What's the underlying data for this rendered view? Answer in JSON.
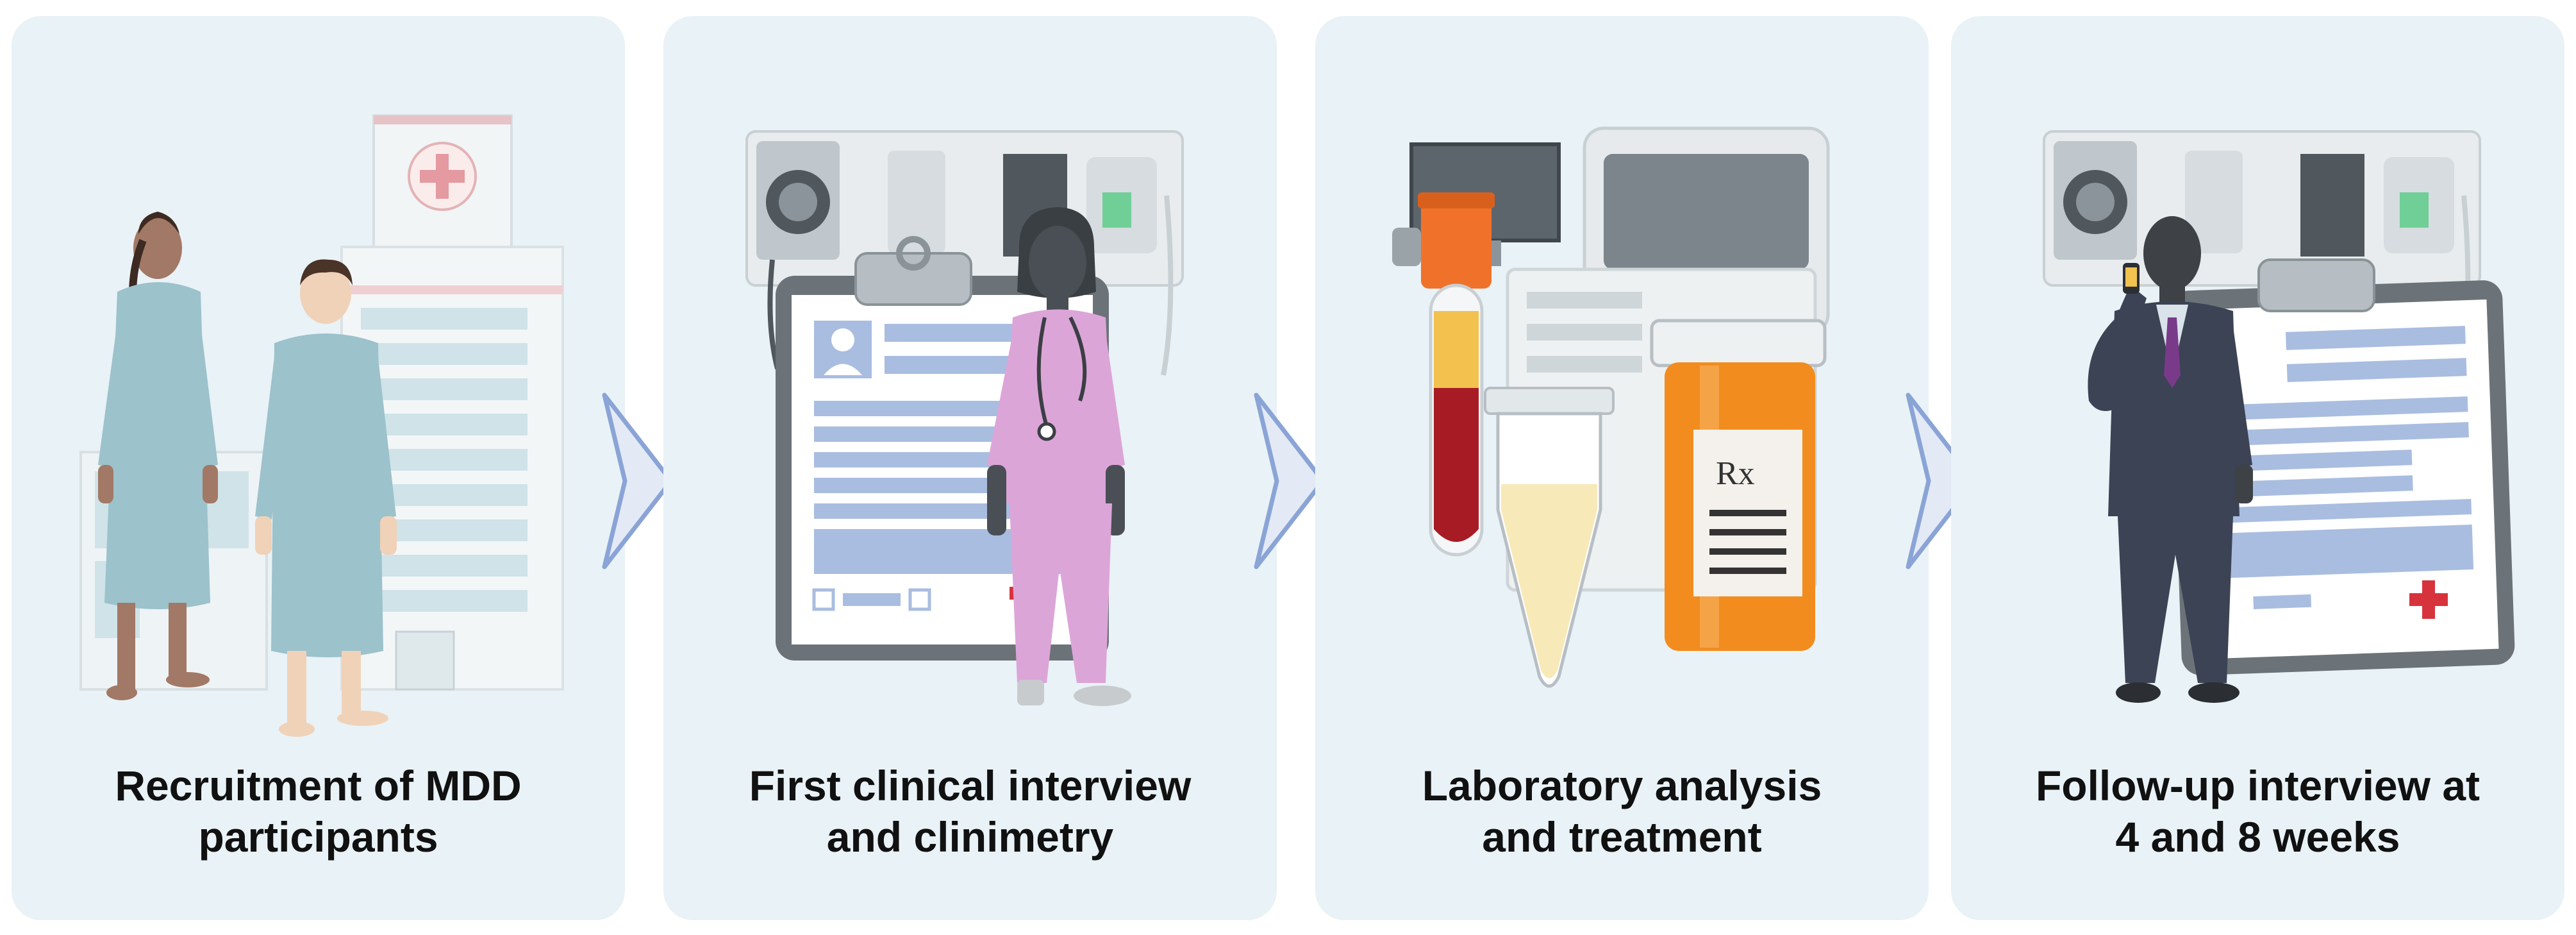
{
  "steps": [
    {
      "line1": "Recruitment of MDD",
      "line2": "participants"
    },
    {
      "line1": "First clinical interview",
      "line2": "and clinimetry"
    },
    {
      "line1": "Laboratory analysis",
      "line2": "and treatment"
    },
    {
      "line1": "Follow-up interview at",
      "line2": "4 and 8 weeks"
    }
  ],
  "rx_label": "Rx",
  "colors": {
    "panel": "#e9f2f6",
    "arrow": "#8aa4d6",
    "gown": "#9cc2cc",
    "scrubs": "#dca5d8",
    "pill_bottle": "#f28c1e",
    "blood": "#a71c24",
    "suit": "#3b4354",
    "clipboard_accent": "#a9bde0",
    "cross": "#d7333c"
  },
  "icons": [
    "hospital-building-icon",
    "patient-woman-icon",
    "patient-man-icon",
    "medical-wall-panel-icon",
    "clipboard-icon",
    "nurse-icon",
    "lab-analyzer-icon",
    "blood-tube-icon",
    "urine-tube-icon",
    "pill-bottle-icon",
    "doctor-phone-icon",
    "chevron-right-icon"
  ]
}
